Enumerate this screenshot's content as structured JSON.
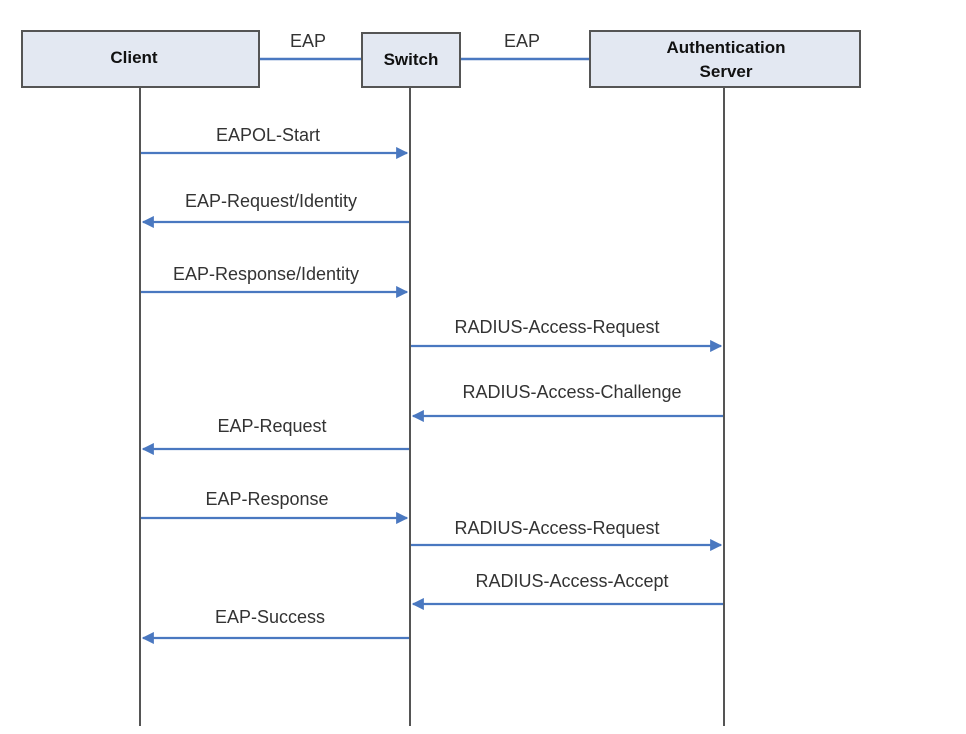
{
  "participants": {
    "client": {
      "lines": [
        "Client"
      ]
    },
    "switch": {
      "lines": [
        "Switch"
      ]
    },
    "server": {
      "lines": [
        "Authentication",
        "Server"
      ]
    }
  },
  "links": [
    {
      "label": "EAP"
    },
    {
      "label": "EAP"
    }
  ],
  "messages": [
    {
      "label": "EAPOL-Start",
      "from": "client",
      "to": "switch"
    },
    {
      "label": "EAP-Request/Identity",
      "from": "switch",
      "to": "client"
    },
    {
      "label": "EAP-Response/Identity",
      "from": "client",
      "to": "switch"
    },
    {
      "label": "RADIUS-Access-Request",
      "from": "switch",
      "to": "server"
    },
    {
      "label": "RADIUS-Access-Challenge",
      "from": "server",
      "to": "switch"
    },
    {
      "label": "EAP-Request",
      "from": "switch",
      "to": "client"
    },
    {
      "label": "EAP-Response",
      "from": "client",
      "to": "switch"
    },
    {
      "label": "RADIUS-Access-Request",
      "from": "switch",
      "to": "server"
    },
    {
      "label": "RADIUS-Access-Accept",
      "from": "server",
      "to": "switch"
    },
    {
      "label": "EAP-Success",
      "from": "switch",
      "to": "client"
    }
  ],
  "colors": {
    "box_fill": "#e3e8f2",
    "box_stroke": "#555555",
    "arrow": "#4a78c0",
    "lifeline": "#555555"
  }
}
